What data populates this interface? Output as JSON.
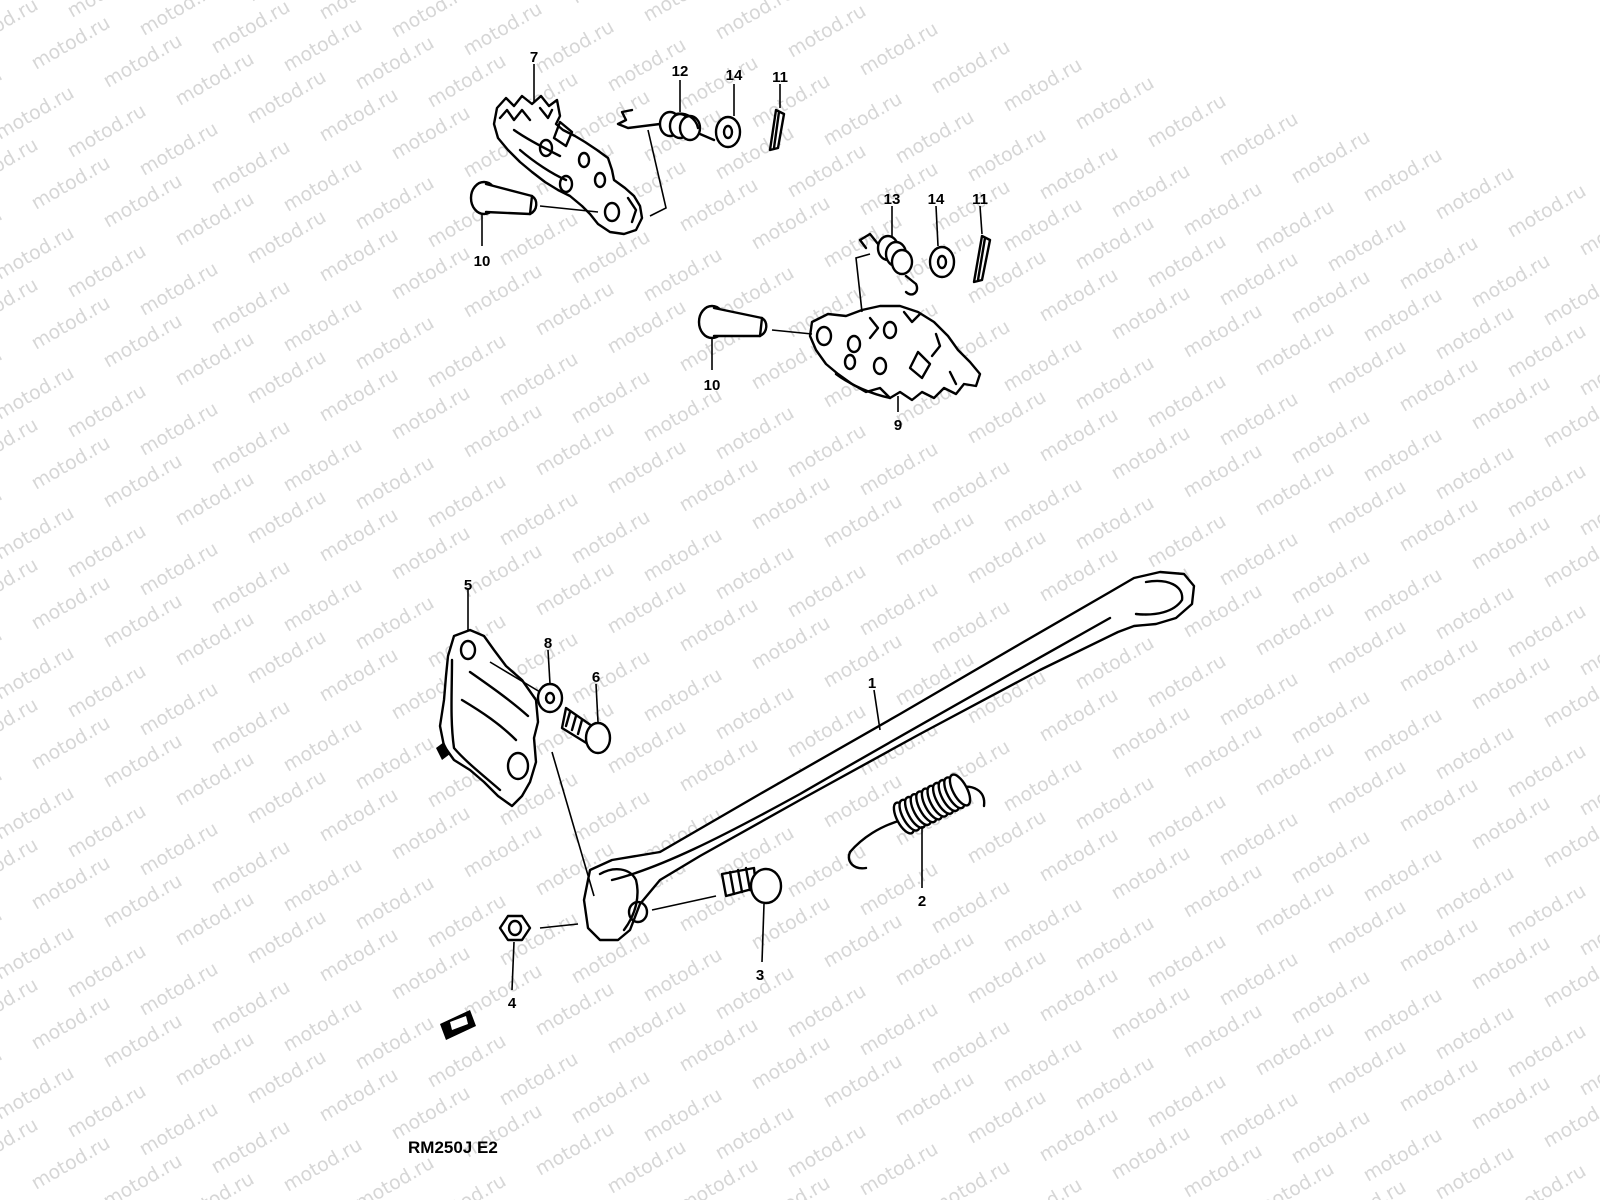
{
  "watermark": {
    "text": "motod.ru"
  },
  "model_code": "RM250J E2",
  "callouts": [
    {
      "id": "1",
      "label": "1"
    },
    {
      "id": "2",
      "label": "2"
    },
    {
      "id": "3",
      "label": "3"
    },
    {
      "id": "4",
      "label": "4"
    },
    {
      "id": "5",
      "label": "5"
    },
    {
      "id": "6",
      "label": "6"
    },
    {
      "id": "7",
      "label": "7"
    },
    {
      "id": "8",
      "label": "8"
    },
    {
      "id": "9",
      "label": "9"
    },
    {
      "id": "10a",
      "label": "10"
    },
    {
      "id": "10b",
      "label": "10"
    },
    {
      "id": "11a",
      "label": "11"
    },
    {
      "id": "11b",
      "label": "11"
    },
    {
      "id": "12",
      "label": "12"
    },
    {
      "id": "13",
      "label": "13"
    },
    {
      "id": "14a",
      "label": "14"
    },
    {
      "id": "14b",
      "label": "14"
    }
  ]
}
